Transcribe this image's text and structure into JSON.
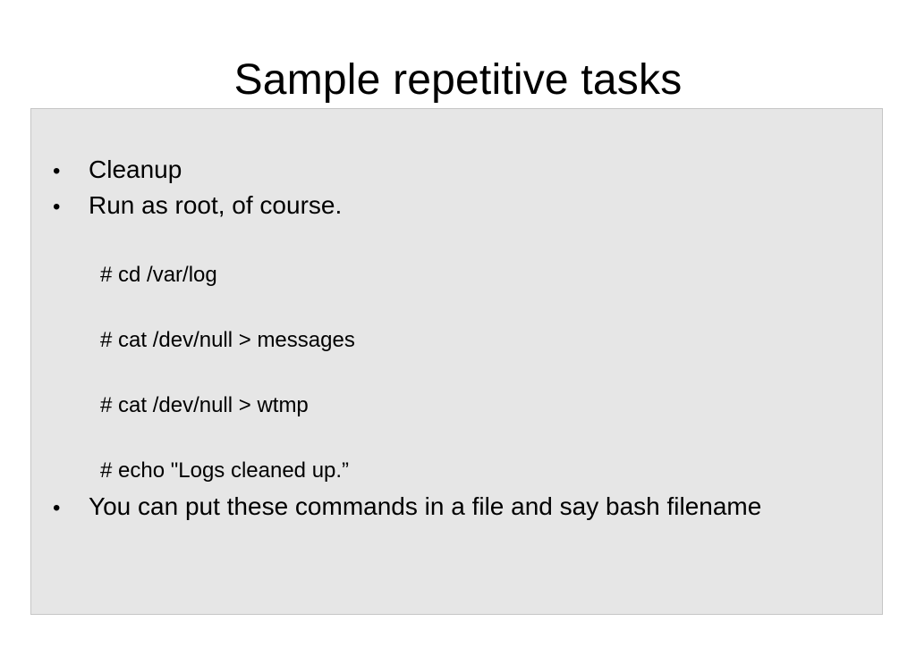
{
  "slide": {
    "title": "Sample repetitive tasks",
    "bullets": [
      "Cleanup",
      "Run as root, of course.",
      "You can put these commands in a file and say bash filename"
    ],
    "commands": [
      "# cd /var/log",
      "# cat /dev/null > messages",
      "# cat /dev/null > wtmp",
      "# echo \"Logs cleaned up.”"
    ],
    "bullet_symbol": "•"
  }
}
